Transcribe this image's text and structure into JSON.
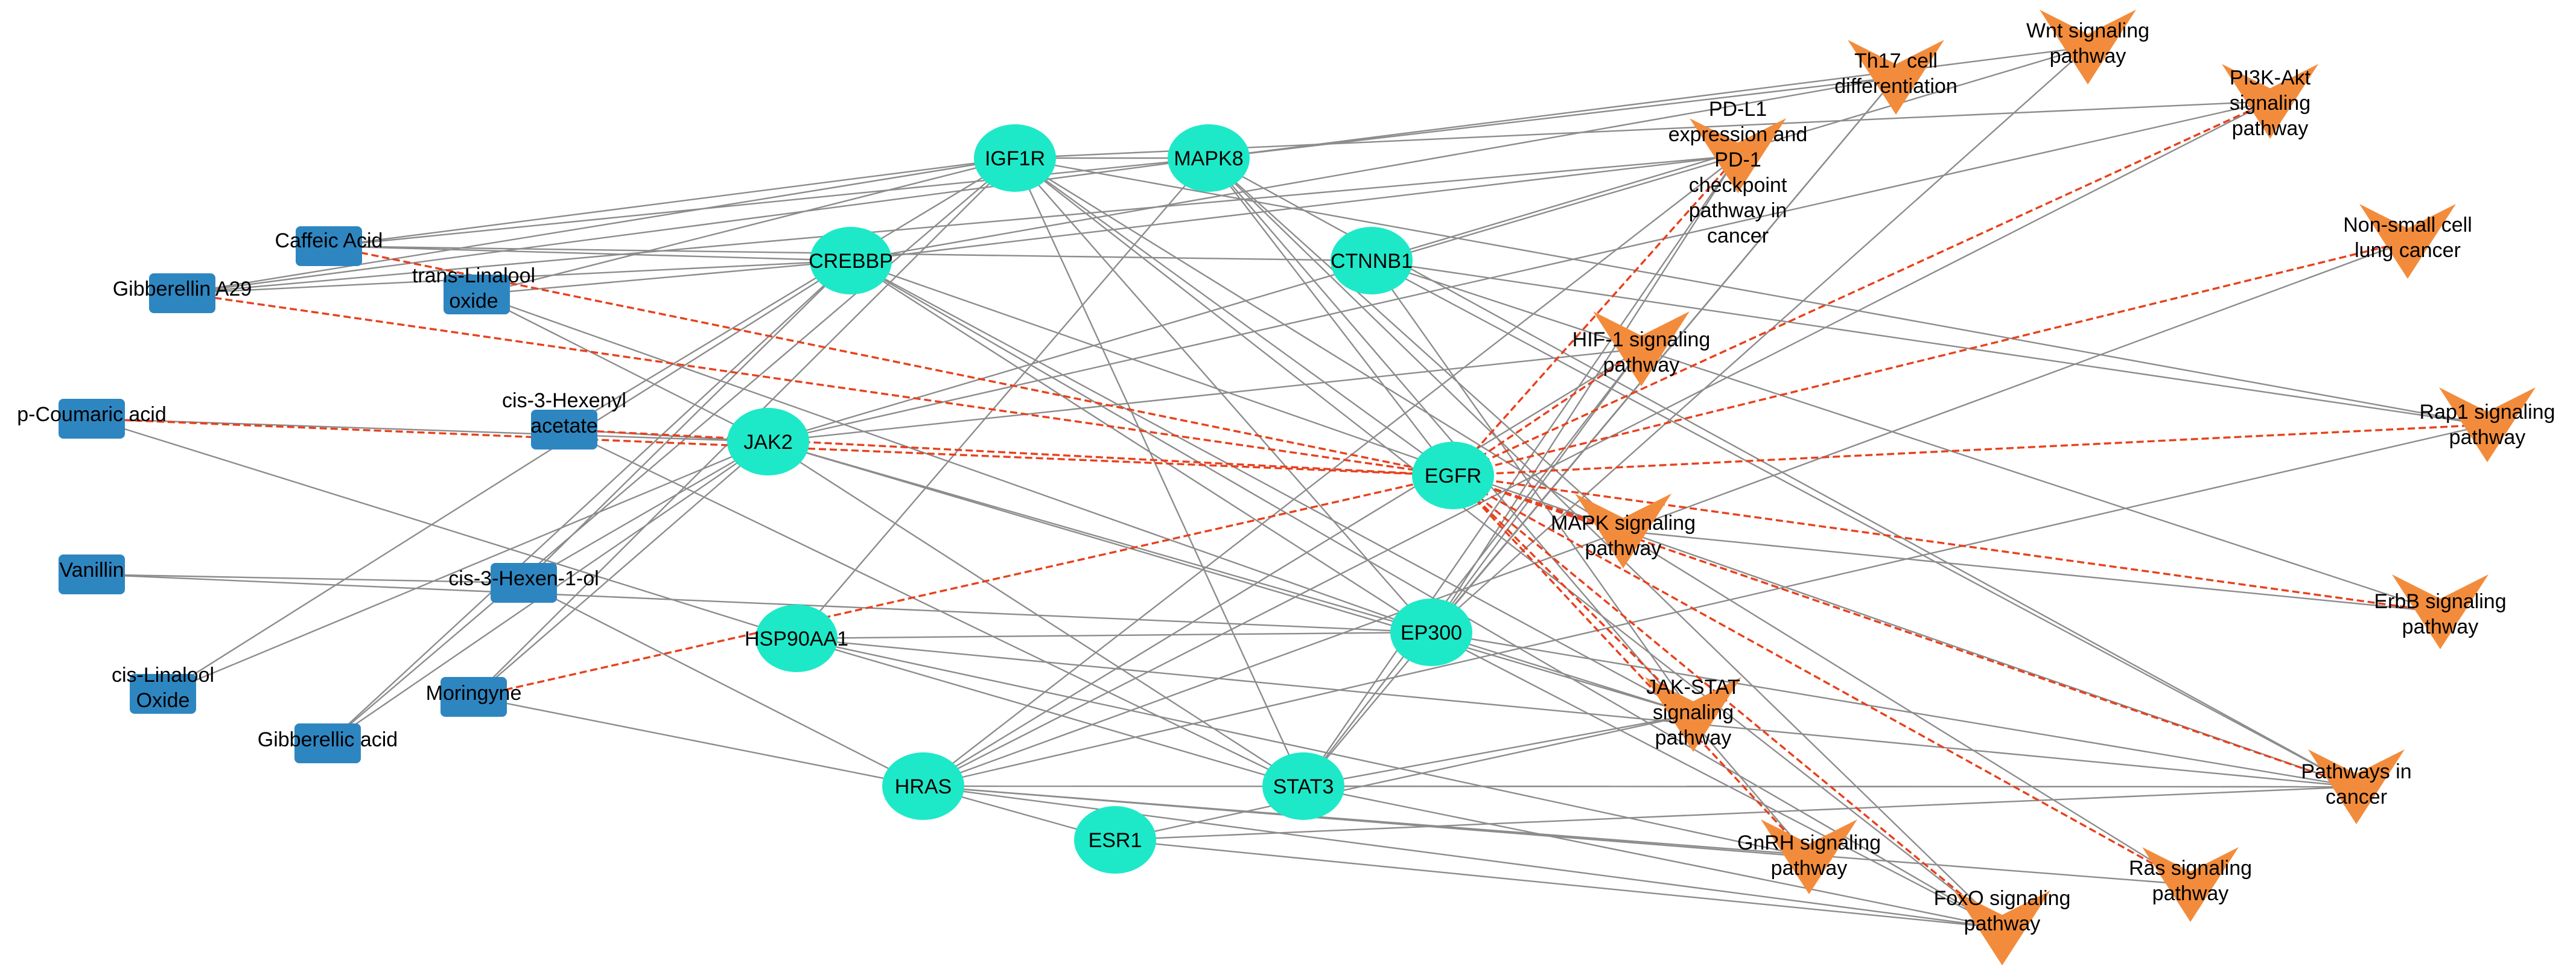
{
  "colors": {
    "compound": "#2E86C1",
    "target": "#1DE9C8",
    "pathway": "#F28C3C",
    "edge": "#8C8C8C",
    "highlight_edge": "#E8401C"
  },
  "compounds": [
    {
      "id": "caffeic",
      "label": "Caffeic Acid"
    },
    {
      "id": "gibberellin_a29",
      "label": "Gibberellin A29"
    },
    {
      "id": "trans_linalool_oxide",
      "label": "trans-Linalool oxide"
    },
    {
      "id": "p_coumaric",
      "label": "p-Coumaric acid"
    },
    {
      "id": "cis_3_hexenyl_acetate",
      "label": "cis-3-Hexenyl acetate"
    },
    {
      "id": "vanillin",
      "label": "Vanillin"
    },
    {
      "id": "cis_3_hexen_1_ol",
      "label": "cis-3-Hexen-1-ol"
    },
    {
      "id": "cis_linalool_oxide",
      "label": "cis-Linalool Oxide"
    },
    {
      "id": "moringyne",
      "label": "Moringyne"
    },
    {
      "id": "gibberellic",
      "label": "Gibberellic acid"
    }
  ],
  "targets": [
    {
      "id": "igf1r",
      "label": "IGF1R"
    },
    {
      "id": "mapk8",
      "label": "MAPK8"
    },
    {
      "id": "crebbp",
      "label": "CREBBP"
    },
    {
      "id": "ctnnb1",
      "label": "CTNNB1"
    },
    {
      "id": "jak2",
      "label": "JAK2"
    },
    {
      "id": "egfr",
      "label": "EGFR"
    },
    {
      "id": "hsp90aa1",
      "label": "HSP90AA1"
    },
    {
      "id": "ep300",
      "label": "EP300"
    },
    {
      "id": "hras",
      "label": "HRAS"
    },
    {
      "id": "stat3",
      "label": "STAT3"
    },
    {
      "id": "esr1",
      "label": "ESR1"
    }
  ],
  "pathways": [
    {
      "id": "th17",
      "label": "Th17 cell differentiation"
    },
    {
      "id": "wnt",
      "label": "Wnt signaling pathway"
    },
    {
      "id": "pi3k",
      "label": "PI3K-Akt signaling pathway"
    },
    {
      "id": "pdl1",
      "label": "PD-L1 expression and PD-1 checkpoint pathway in cancer"
    },
    {
      "id": "nsclc",
      "label": "Non-small cell lung cancer"
    },
    {
      "id": "hif1",
      "label": "HIF-1 signaling pathway"
    },
    {
      "id": "rap1",
      "label": "Rap1 signaling pathway"
    },
    {
      "id": "mapk",
      "label": "MAPK signaling pathway"
    },
    {
      "id": "erbb",
      "label": "ErbB signaling pathway"
    },
    {
      "id": "jakstat",
      "label": "JAK-STAT signaling pathway"
    },
    {
      "id": "cancer",
      "label": "Pathways in cancer"
    },
    {
      "id": "gnrh",
      "label": "GnRH signaling pathway"
    },
    {
      "id": "ras",
      "label": "Ras signaling pathway"
    },
    {
      "id": "foxo",
      "label": "FoxO signaling pathway"
    }
  ],
  "edges": [
    [
      "caffeic",
      "igf1r"
    ],
    [
      "caffeic",
      "mapk8"
    ],
    [
      "caffeic",
      "crebbp"
    ],
    [
      "caffeic",
      "ctnnb1"
    ],
    [
      "gibberellin_a29",
      "igf1r"
    ],
    [
      "gibberellin_a29",
      "mapk8"
    ],
    [
      "gibberellin_a29",
      "crebbp"
    ],
    [
      "gibberellin_a29",
      "pdl1"
    ],
    [
      "trans_linalool_oxide",
      "igf1r"
    ],
    [
      "trans_linalool_oxide",
      "crebbp"
    ],
    [
      "trans_linalool_oxide",
      "jak2"
    ],
    [
      "trans_linalool_oxide",
      "ep300"
    ],
    [
      "p_coumaric",
      "jak2"
    ],
    [
      "p_coumaric",
      "hsp90aa1"
    ],
    [
      "cis_3_hexenyl_acetate",
      "jak2"
    ],
    [
      "cis_3_hexenyl_acetate",
      "igf1r"
    ],
    [
      "cis_3_hexenyl_acetate",
      "stat3"
    ],
    [
      "vanillin",
      "cis_3_hexen_1_ol"
    ],
    [
      "vanillin",
      "ep300"
    ],
    [
      "cis_3_hexen_1_ol",
      "jak2"
    ],
    [
      "cis_3_hexen_1_ol",
      "hras"
    ],
    [
      "cis_3_hexen_1_ol",
      "crebbp"
    ],
    [
      "cis_linalool_oxide",
      "crebbp"
    ],
    [
      "cis_linalool_oxide",
      "jak2"
    ],
    [
      "moringyne",
      "jak2"
    ],
    [
      "moringyne",
      "hras"
    ],
    [
      "moringyne",
      "igf1r"
    ],
    [
      "gibberellic",
      "crebbp"
    ],
    [
      "gibberellic",
      "igf1r"
    ],
    [
      "gibberellic",
      "jak2"
    ],
    [
      "igf1r",
      "mapk8"
    ],
    [
      "igf1r",
      "egfr"
    ],
    [
      "igf1r",
      "stat3"
    ],
    [
      "igf1r",
      "ep300"
    ],
    [
      "igf1r",
      "rap1"
    ],
    [
      "igf1r",
      "pi3k"
    ],
    [
      "igf1r",
      "foxo"
    ],
    [
      "igf1r",
      "ras"
    ],
    [
      "mapk8",
      "wnt"
    ],
    [
      "mapk8",
      "th17"
    ],
    [
      "mapk8",
      "egfr"
    ],
    [
      "mapk8",
      "mapk"
    ],
    [
      "mapk8",
      "foxo"
    ],
    [
      "mapk8",
      "gnrh"
    ],
    [
      "mapk8",
      "cancer"
    ],
    [
      "mapk8",
      "hsp90aa1"
    ],
    [
      "crebbp",
      "th17"
    ],
    [
      "crebbp",
      "pdl1"
    ],
    [
      "crebbp",
      "ep300"
    ],
    [
      "crebbp",
      "foxo"
    ],
    [
      "crebbp",
      "cancer"
    ],
    [
      "crebbp",
      "jakstat"
    ],
    [
      "ctnnb1",
      "wnt"
    ],
    [
      "ctnnb1",
      "cancer"
    ],
    [
      "ctnnb1",
      "rap1"
    ],
    [
      "ctnnb1",
      "jakstat"
    ],
    [
      "ctnnb1",
      "erbb"
    ],
    [
      "jak2",
      "pdl1"
    ],
    [
      "jak2",
      "ep300"
    ],
    [
      "jak2",
      "jakstat"
    ],
    [
      "jak2",
      "hif1"
    ],
    [
      "jak2",
      "pi3k"
    ],
    [
      "jak2",
      "stat3"
    ],
    [
      "hsp90aa1",
      "ep300"
    ],
    [
      "hsp90aa1",
      "stat3"
    ],
    [
      "hsp90aa1",
      "cancer"
    ],
    [
      "hsp90aa1",
      "gnrh"
    ],
    [
      "ep300",
      "hif1"
    ],
    [
      "ep300",
      "th17"
    ],
    [
      "ep300",
      "wnt"
    ],
    [
      "ep300",
      "pdl1"
    ],
    [
      "ep300",
      "jakstat"
    ],
    [
      "ep300",
      "cancer"
    ],
    [
      "ep300",
      "foxo"
    ],
    [
      "hras",
      "mapk"
    ],
    [
      "hras",
      "pi3k"
    ],
    [
      "hras",
      "gnrh"
    ],
    [
      "hras",
      "ras"
    ],
    [
      "hras",
      "cancer"
    ],
    [
      "hras",
      "foxo"
    ],
    [
      "hras",
      "pdl1"
    ],
    [
      "hras",
      "hif1"
    ],
    [
      "hras",
      "esr1"
    ],
    [
      "hras",
      "rap1"
    ],
    [
      "stat3",
      "th17"
    ],
    [
      "stat3",
      "jakstat"
    ],
    [
      "stat3",
      "cancer"
    ],
    [
      "stat3",
      "hif1"
    ],
    [
      "stat3",
      "pdl1"
    ],
    [
      "stat3",
      "foxo"
    ],
    [
      "esr1",
      "cancer"
    ],
    [
      "esr1",
      "foxo"
    ],
    [
      "esr1",
      "jakstat"
    ],
    [
      "mapk",
      "nsclc"
    ],
    [
      "mapk",
      "erbb"
    ]
  ],
  "highlight_edges": [
    [
      "caffeic",
      "egfr"
    ],
    [
      "gibberellin_a29",
      "egfr"
    ],
    [
      "p_coumaric",
      "egfr"
    ],
    [
      "cis_3_hexenyl_acetate",
      "egfr"
    ],
    [
      "moringyne",
      "egfr"
    ],
    [
      "egfr",
      "pdl1"
    ],
    [
      "egfr",
      "pi3k"
    ],
    [
      "egfr",
      "hif1"
    ],
    [
      "egfr",
      "nsclc"
    ],
    [
      "egfr",
      "rap1"
    ],
    [
      "egfr",
      "erbb"
    ],
    [
      "egfr",
      "mapk"
    ],
    [
      "egfr",
      "jakstat"
    ],
    [
      "egfr",
      "cancer"
    ],
    [
      "egfr",
      "gnrh"
    ],
    [
      "egfr",
      "ras"
    ],
    [
      "egfr",
      "foxo"
    ]
  ]
}
